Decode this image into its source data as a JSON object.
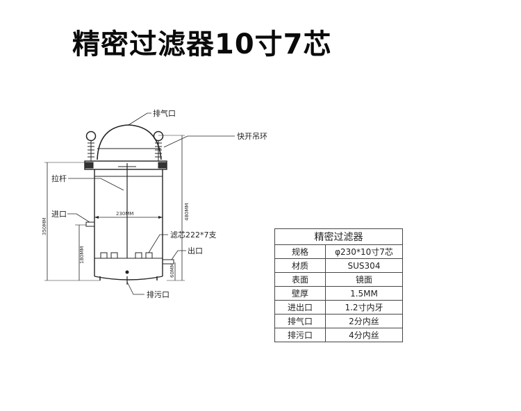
{
  "title": "精密过滤器10寸7芯",
  "drawing": {
    "labels": {
      "vent": "排气口",
      "ring": "快开吊环",
      "rod": "拉杆",
      "inlet": "进口",
      "cartridge": "滤芯222*7支",
      "outlet": "出口",
      "drain": "排污口"
    },
    "dims": {
      "width": "230MM",
      "total_height": "480MM",
      "body_height": "350MM",
      "inlet_height": "180MM",
      "outlet_height": "60MM"
    }
  },
  "spec_table": {
    "header": "精密过滤器",
    "rows": [
      {
        "k": "规格",
        "v": "φ230*10寸7芯"
      },
      {
        "k": "材质",
        "v": "SUS304"
      },
      {
        "k": "表面",
        "v": "镜面"
      },
      {
        "k": "壁厚",
        "v": "1.5MM"
      },
      {
        "k": "进出口",
        "v": "1.2寸内牙"
      },
      {
        "k": "排气口",
        "v": "2分内丝"
      },
      {
        "k": "排污口",
        "v": "4分内丝"
      }
    ]
  }
}
